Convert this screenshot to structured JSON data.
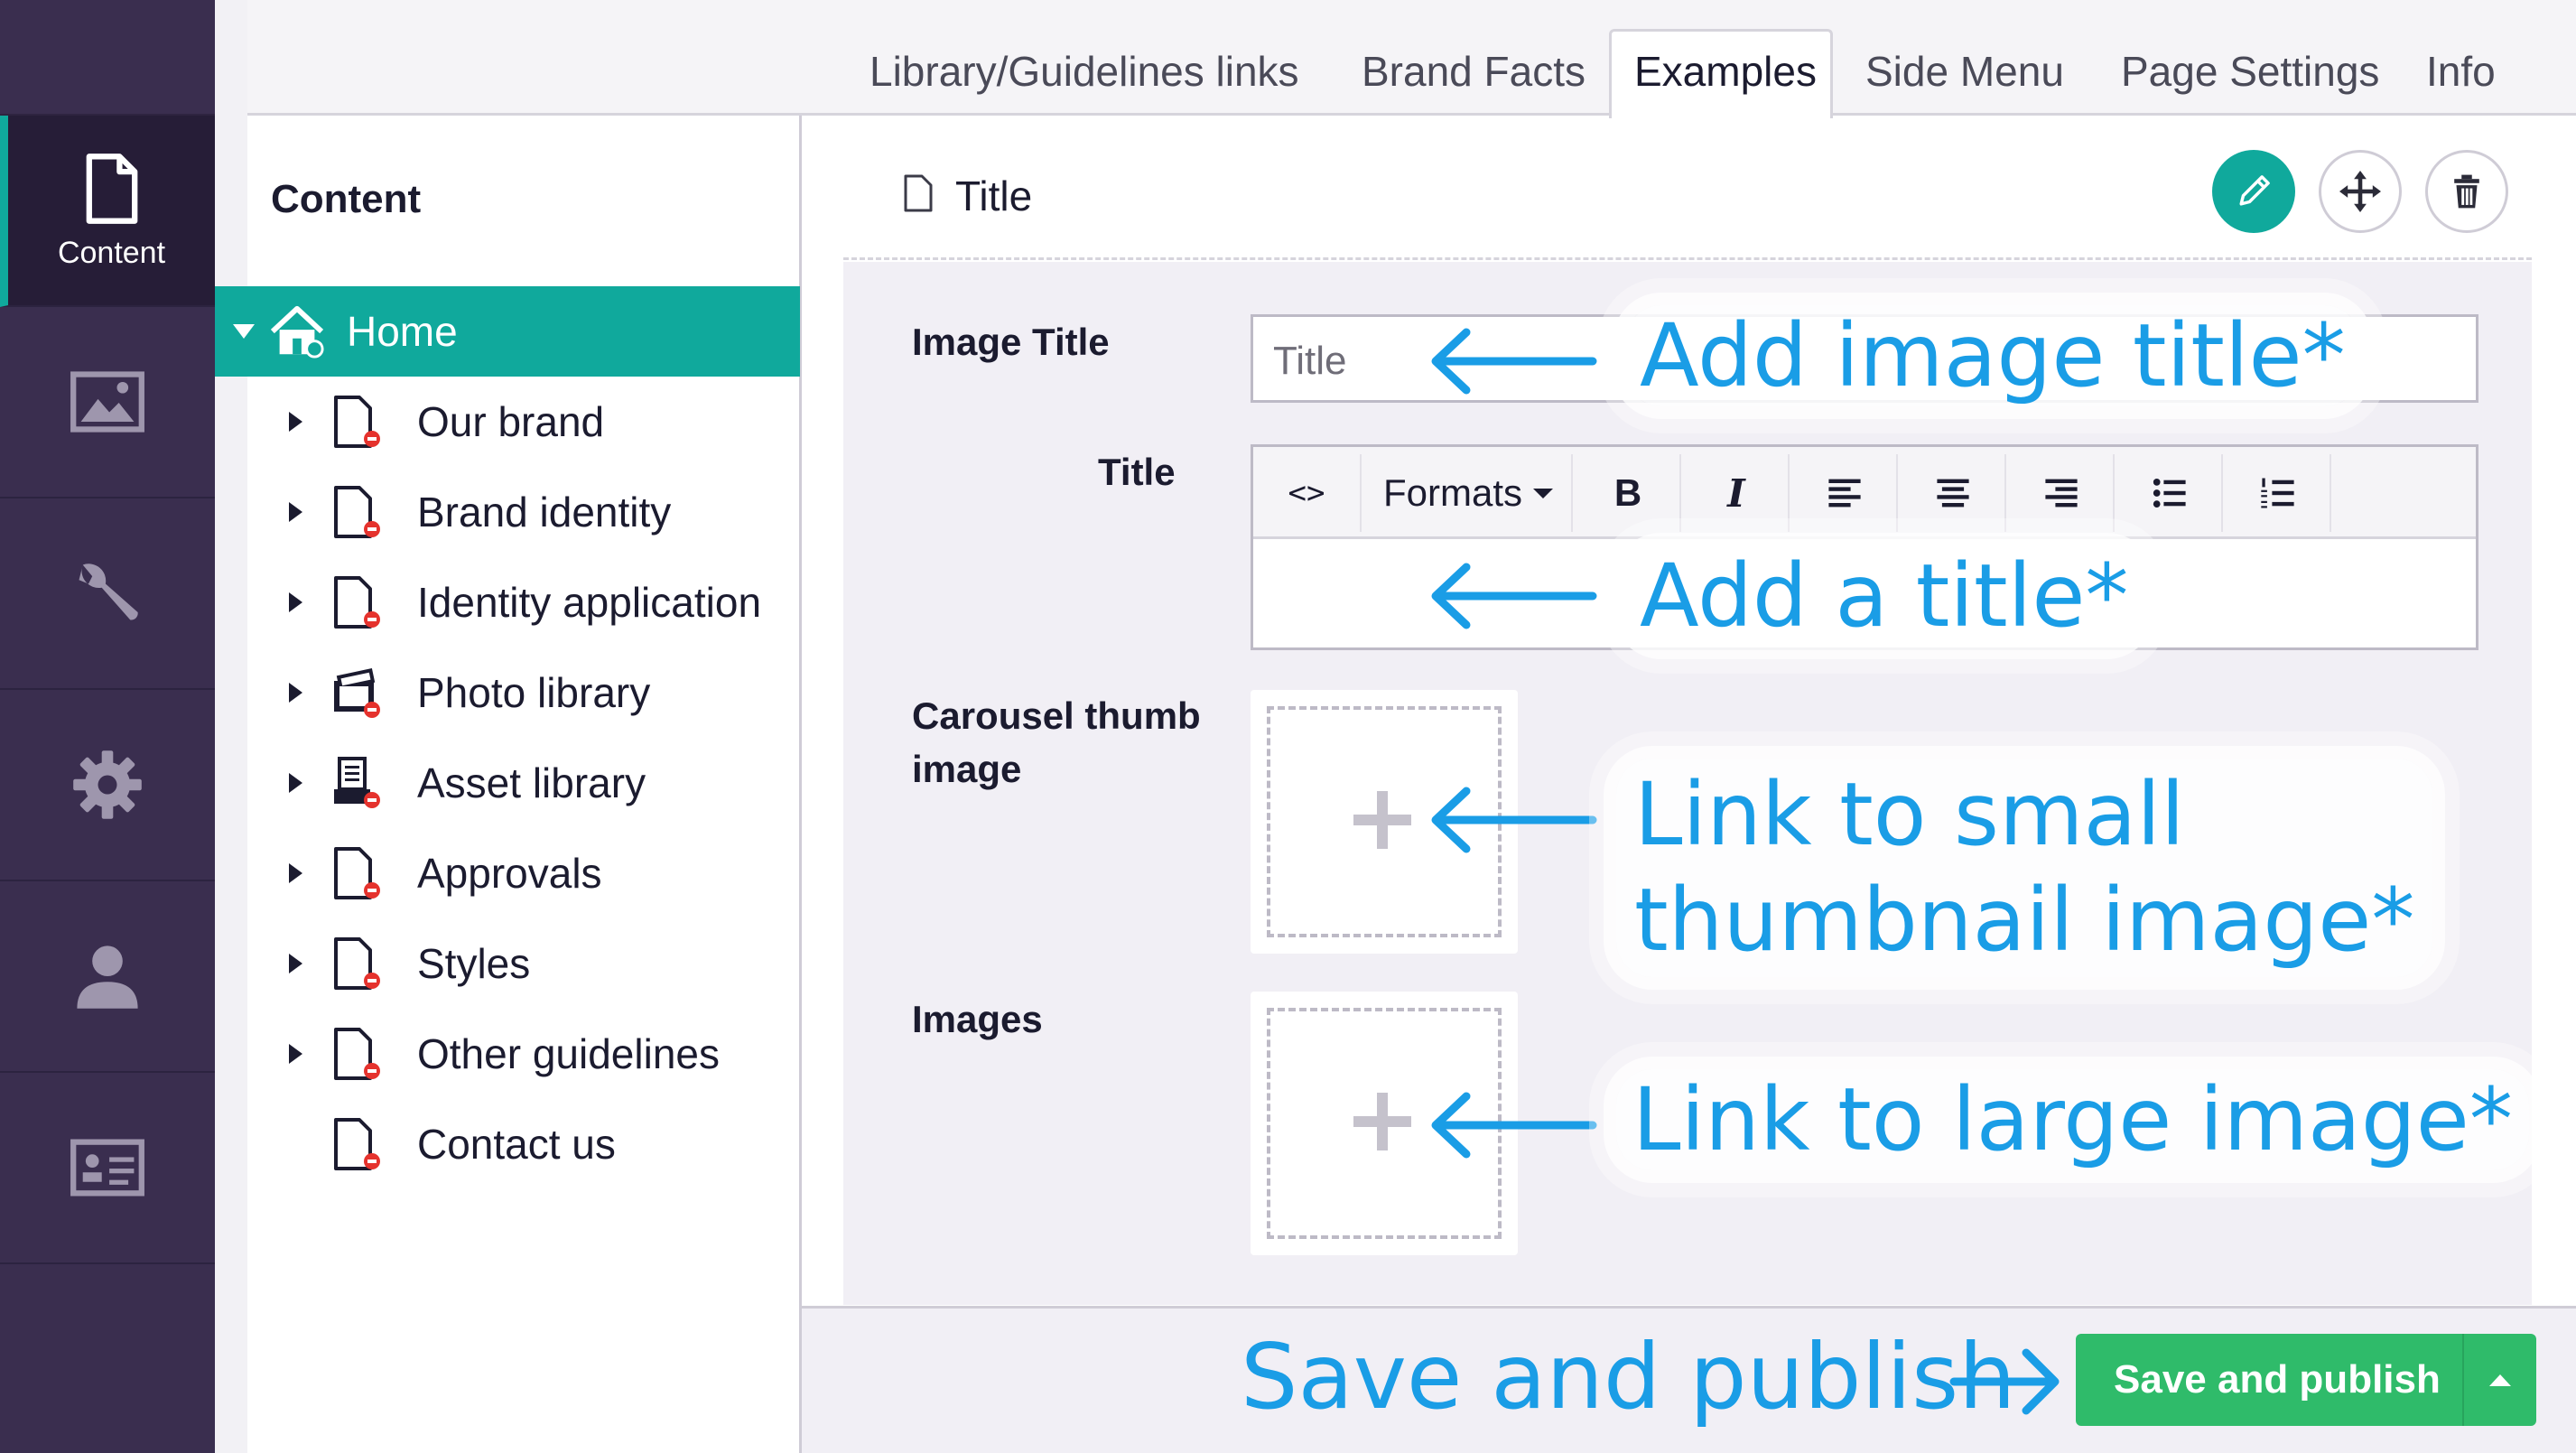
{
  "sidebar": {
    "items": [
      {
        "icon": "document-icon",
        "label": "Content",
        "active": true
      },
      {
        "icon": "image-icon",
        "label": ""
      },
      {
        "icon": "wrench-icon",
        "label": ""
      },
      {
        "icon": "gear-icon",
        "label": ""
      },
      {
        "icon": "user-icon",
        "label": ""
      },
      {
        "icon": "contact-card-icon",
        "label": ""
      }
    ]
  },
  "tree": {
    "title": "Content",
    "root": {
      "label": "Home",
      "icon": "home-icon"
    },
    "items": [
      {
        "label": "Our brand",
        "icon": "document-icon",
        "expandable": true
      },
      {
        "label": "Brand identity",
        "icon": "document-icon",
        "expandable": true
      },
      {
        "label": "Identity application",
        "icon": "document-icon",
        "expandable": true
      },
      {
        "label": "Photo library",
        "icon": "photo-folder-icon",
        "expandable": true
      },
      {
        "label": "Asset library",
        "icon": "asset-icon",
        "expandable": true
      },
      {
        "label": "Approvals",
        "icon": "document-icon",
        "expandable": true
      },
      {
        "label": "Styles",
        "icon": "document-icon",
        "expandable": true
      },
      {
        "label": "Other guidelines",
        "icon": "document-icon",
        "expandable": true
      },
      {
        "label": "Contact us",
        "icon": "document-icon",
        "expandable": false
      }
    ]
  },
  "tabs": [
    {
      "label": "Library/Guidelines links",
      "active": false
    },
    {
      "label": "Brand Facts",
      "active": false
    },
    {
      "label": "Examples",
      "active": true
    },
    {
      "label": "Side Menu",
      "active": false
    },
    {
      "label": "Page Settings",
      "active": false
    },
    {
      "label": "Info",
      "active": false
    }
  ],
  "block": {
    "title": "Title",
    "actions": [
      "pencil-icon",
      "move-icon",
      "trash-icon"
    ]
  },
  "form": {
    "image_title_label": "Image Title",
    "image_title_value": "Title",
    "title_label": "Title",
    "rte_toolbar": {
      "source": "<>",
      "formats": "Formats",
      "bold": "B",
      "italic": "I"
    },
    "carousel_label_line1": "Carousel thumb",
    "carousel_label_line2": "image",
    "images_label": "Images"
  },
  "annotations": {
    "image_title": "Add image title*",
    "title": "Add a title*",
    "thumb_line1": "Link to small",
    "thumb_line2": "thumbnail image*",
    "large": "Link to large image*",
    "publish": "Save and publish"
  },
  "footer": {
    "publish_label": "Save and publish"
  },
  "colors": {
    "accent": "#10a99c",
    "sidebar": "#3a2e4f",
    "annotation": "#1a9de6",
    "publish": "#2fbb6a"
  }
}
